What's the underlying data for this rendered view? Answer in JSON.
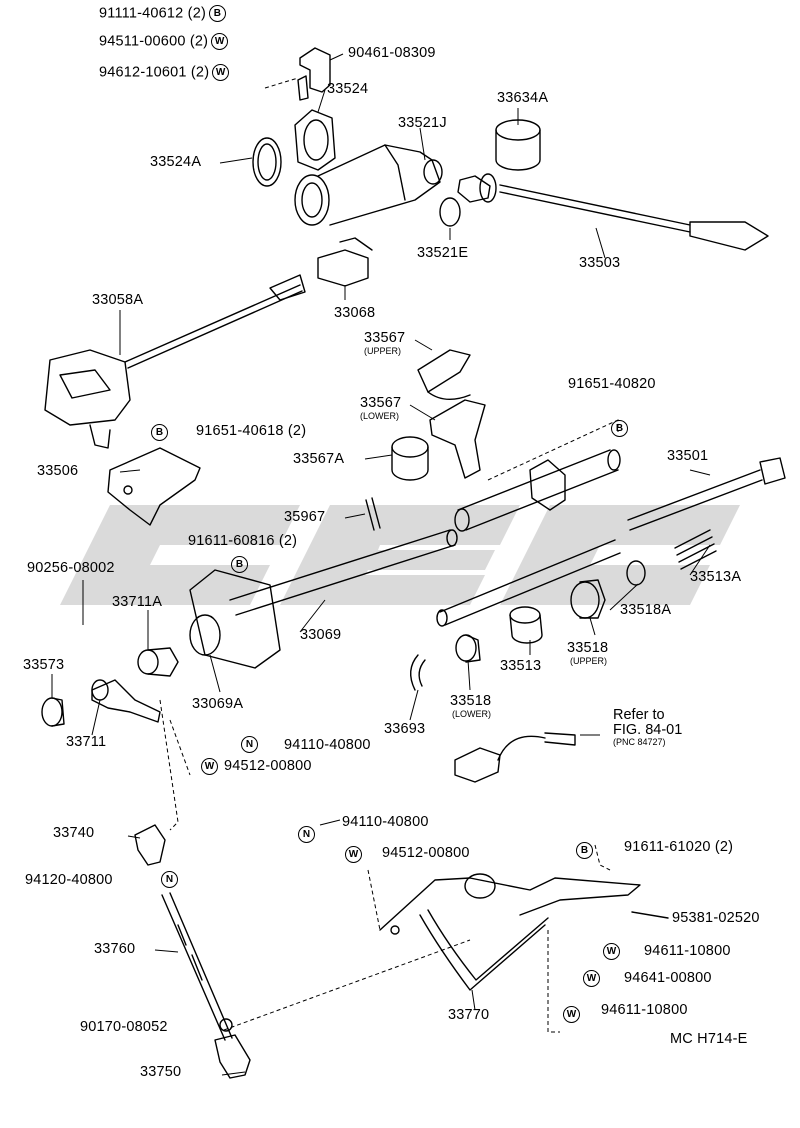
{
  "title_code": "MC H714-E",
  "watermark": "cefc",
  "markers": {
    "b": "B",
    "w": "W",
    "n": "N"
  },
  "labels": {
    "p91111_40612": "91111-40612 (2)",
    "p94511_00600": "94511-00600 (2)",
    "p94612_10601": "94612-10601 (2)",
    "p90461_08309": "90461-08309",
    "p33524": "33524",
    "p33524A": "33524A",
    "p33521J": "33521J",
    "p33634A": "33634A",
    "p33521E": "33521E",
    "p33503": "33503",
    "p33058A": "33058A",
    "p33068": "33068",
    "p33567_upper": "33567",
    "p33567_lower": "33567",
    "upper": "(UPPER)",
    "lower": "(LOWER)",
    "p91651_40820": "91651-40820",
    "p91651_40618": "91651-40618 (2)",
    "p33506": "33506",
    "p33567A": "33567A",
    "p33501": "33501",
    "p35967": "35967",
    "p91611_60816": "91611-60816 (2)",
    "p90256_08002": "90256-08002",
    "p33513A": "33513A",
    "p33711A": "33711A",
    "p33069": "33069",
    "p33518A": "33518A",
    "p33518_upper": "33518",
    "p33513": "33513",
    "p33573": "33573",
    "p33069A": "33069A",
    "p33518_lower": "33518",
    "p33693": "33693",
    "p33711": "33711",
    "p94110_40800_a": "94110-40800",
    "p94512_00800_a": "94512-00800",
    "refer_line1": "Refer to",
    "refer_line2": "FIG. 84-01",
    "refer_line3": "(PNC 84727)",
    "p33740": "33740",
    "p94110_40800_b": "94110-40800",
    "p94512_00800_b": "94512-00800",
    "p91611_61020": "91611-61020 (2)",
    "p94120_40800": "94120-40800",
    "p95381_02520": "95381-02520",
    "p33760": "33760",
    "p94611_10800_a": "94611-10800",
    "p94641_00800": "94641-00800",
    "p33770": "33770",
    "p94611_10800_b": "94611-10800",
    "p90170_08052": "90170-08052",
    "p33750": "33750"
  }
}
